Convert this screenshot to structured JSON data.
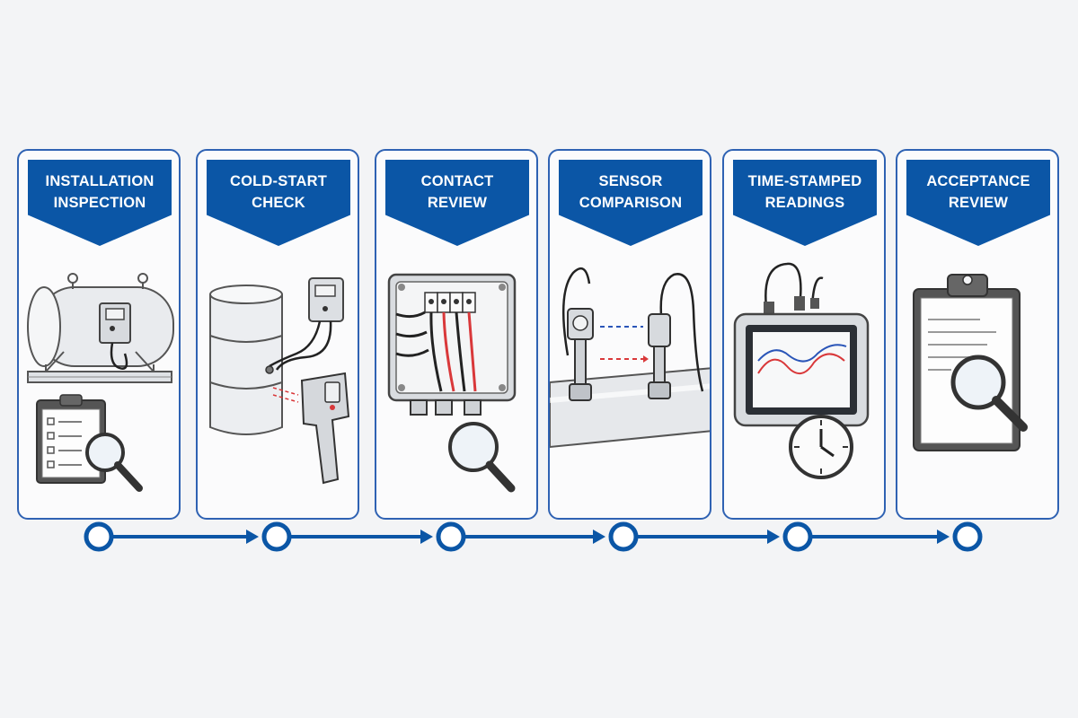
{
  "steps": [
    {
      "line1": "INSTALLATION",
      "line2": "INSPECTION",
      "icon": "tank-inspection-icon"
    },
    {
      "line1": "COLD-START",
      "line2": "CHECK",
      "icon": "drum-thermometer-icon"
    },
    {
      "line1": "CONTACT",
      "line2": "REVIEW",
      "icon": "junction-box-icon"
    },
    {
      "line1": "SENSOR",
      "line2": "COMPARISON",
      "icon": "pipe-sensors-icon"
    },
    {
      "line1": "TIME-STAMPED",
      "line2": "READINGS",
      "icon": "monitor-clock-icon"
    },
    {
      "line1": "ACCEPTANCE",
      "line2": "REVIEW",
      "icon": "clipboard-review-icon"
    }
  ],
  "colors": {
    "accent": "#0b56a6",
    "border": "#2f62b3",
    "background": "#f3f4f6",
    "line_red": "#d9383a",
    "line_blue": "#2a55b8"
  }
}
